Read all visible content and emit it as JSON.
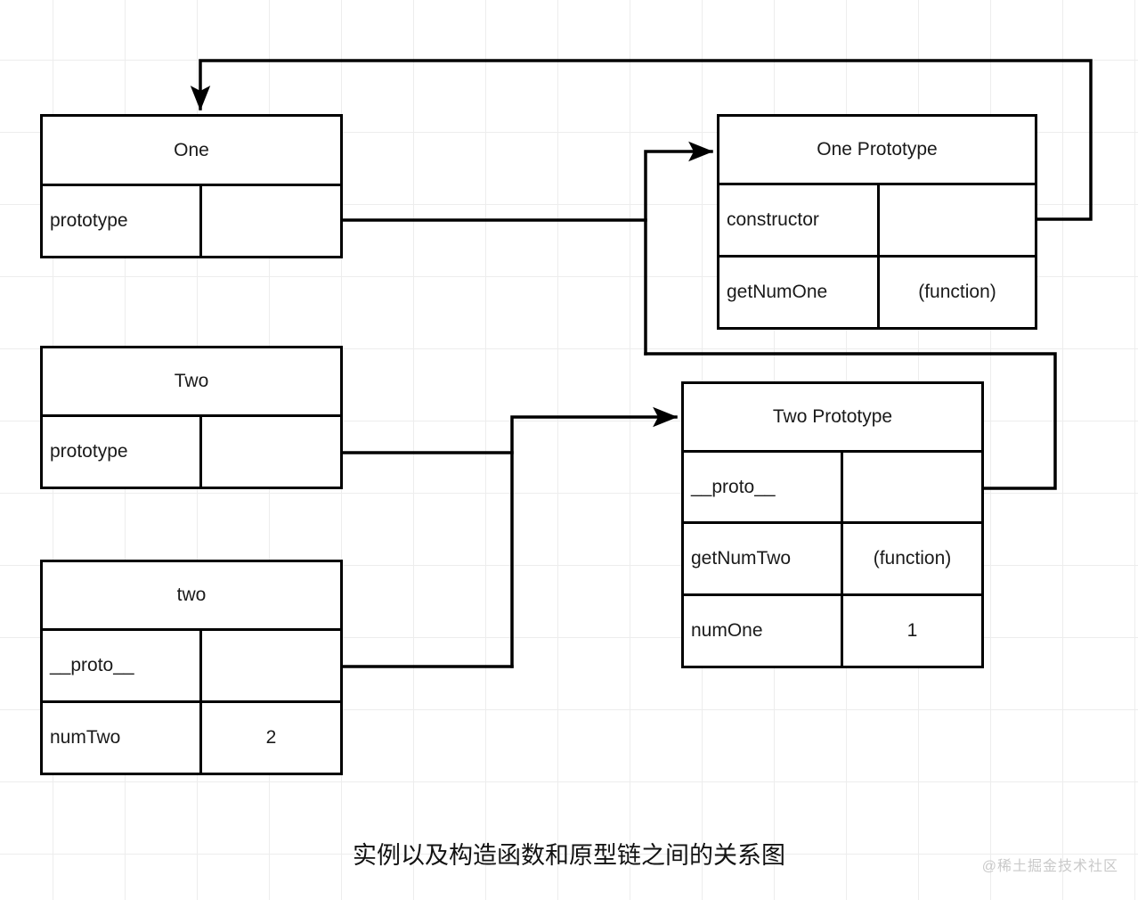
{
  "caption": "实例以及构造函数和原型链之间的关系图",
  "watermark": "@稀土掘金技术社区",
  "colors": {
    "stroke": "#000000",
    "grid": "#ededed",
    "background": "#ffffff",
    "text": "#1a1a1a",
    "watermark": "#c9c9c9"
  },
  "boxes": {
    "one": {
      "title": "One",
      "rows": [
        {
          "key": "prototype",
          "value": ""
        }
      ]
    },
    "two_ctor": {
      "title": "Two",
      "rows": [
        {
          "key": "prototype",
          "value": ""
        }
      ]
    },
    "two_instance": {
      "title": "two",
      "rows": [
        {
          "key": "__proto__",
          "value": ""
        },
        {
          "key": "numTwo",
          "value": "2"
        }
      ]
    },
    "one_prototype": {
      "title": "One Prototype",
      "rows": [
        {
          "key": "constructor",
          "value": ""
        },
        {
          "key": "getNumOne",
          "value": "(function)"
        }
      ]
    },
    "two_prototype": {
      "title": "Two Prototype",
      "rows": [
        {
          "key": "__proto__",
          "value": ""
        },
        {
          "key": "getNumTwo",
          "value": "(function)"
        },
        {
          "key": "numOne",
          "value": "1"
        }
      ]
    }
  },
  "connectors": [
    {
      "name": "one-prototype-to-one-prototype-object",
      "from": "One.prototype",
      "to": "One Prototype"
    },
    {
      "name": "one-prototype-constructor-to-one",
      "from": "One Prototype.constructor",
      "to": "One"
    },
    {
      "name": "two-prototype-to-two-prototype-object",
      "from": "Two.prototype",
      "to": "Two Prototype"
    },
    {
      "name": "two-instance-proto-to-two-prototype-object",
      "from": "two.__proto__",
      "to": "Two Prototype"
    },
    {
      "name": "two-prototype-proto-to-one-prototype-object",
      "from": "Two Prototype.__proto__",
      "to": "One Prototype"
    }
  ]
}
